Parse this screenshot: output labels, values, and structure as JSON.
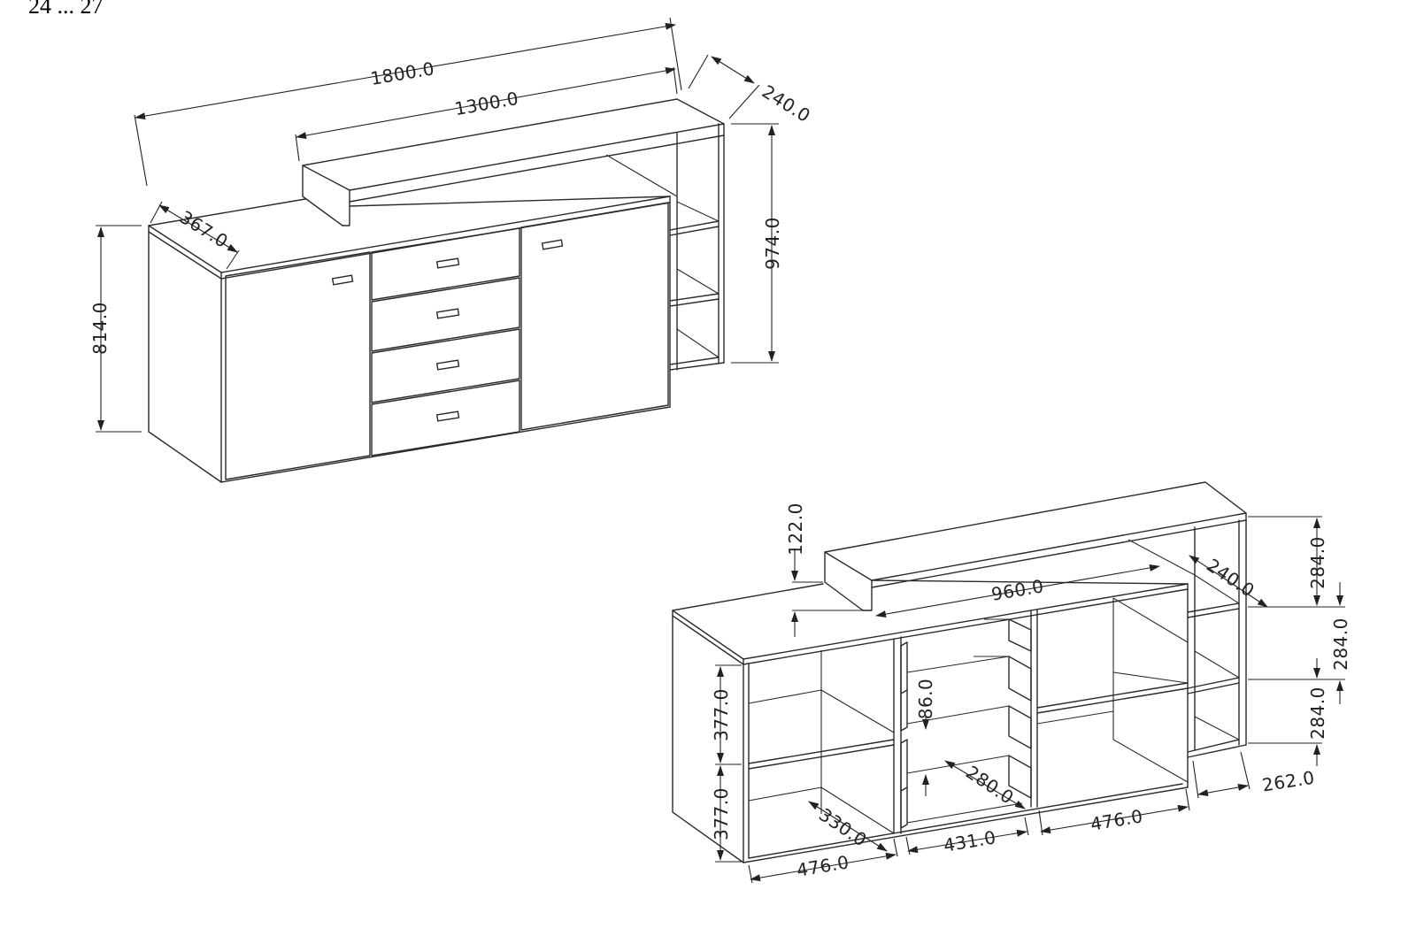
{
  "title": "24 ... 27",
  "colors": {
    "line": "#2a2a2a",
    "background": "#ffffff"
  },
  "front_view": {
    "dimensions": {
      "width_total": "1800.0",
      "top_shelf_width": "1300.0",
      "shelf_depth": "240.0",
      "body_depth": "367.0",
      "body_height": "814.0",
      "total_height": "974.0"
    }
  },
  "back_view": {
    "dimensions": {
      "riser_height": "122.0",
      "inner_top_width": "960.0",
      "shelf_depth": "240.0",
      "shelf_gap_top": "284.0",
      "shelf_gap_mid": "284.0",
      "shelf_gap_bottom": "284.0",
      "side_unit_depth": "262.0",
      "left_compartment_upper": "377.0",
      "left_compartment_lower": "377.0",
      "drawer_height": "86.0",
      "drawer_depth": "280.0",
      "left_inner_depth": "330.0",
      "left_width": "476.0",
      "middle_width": "431.0",
      "right_width": "476.0"
    }
  }
}
